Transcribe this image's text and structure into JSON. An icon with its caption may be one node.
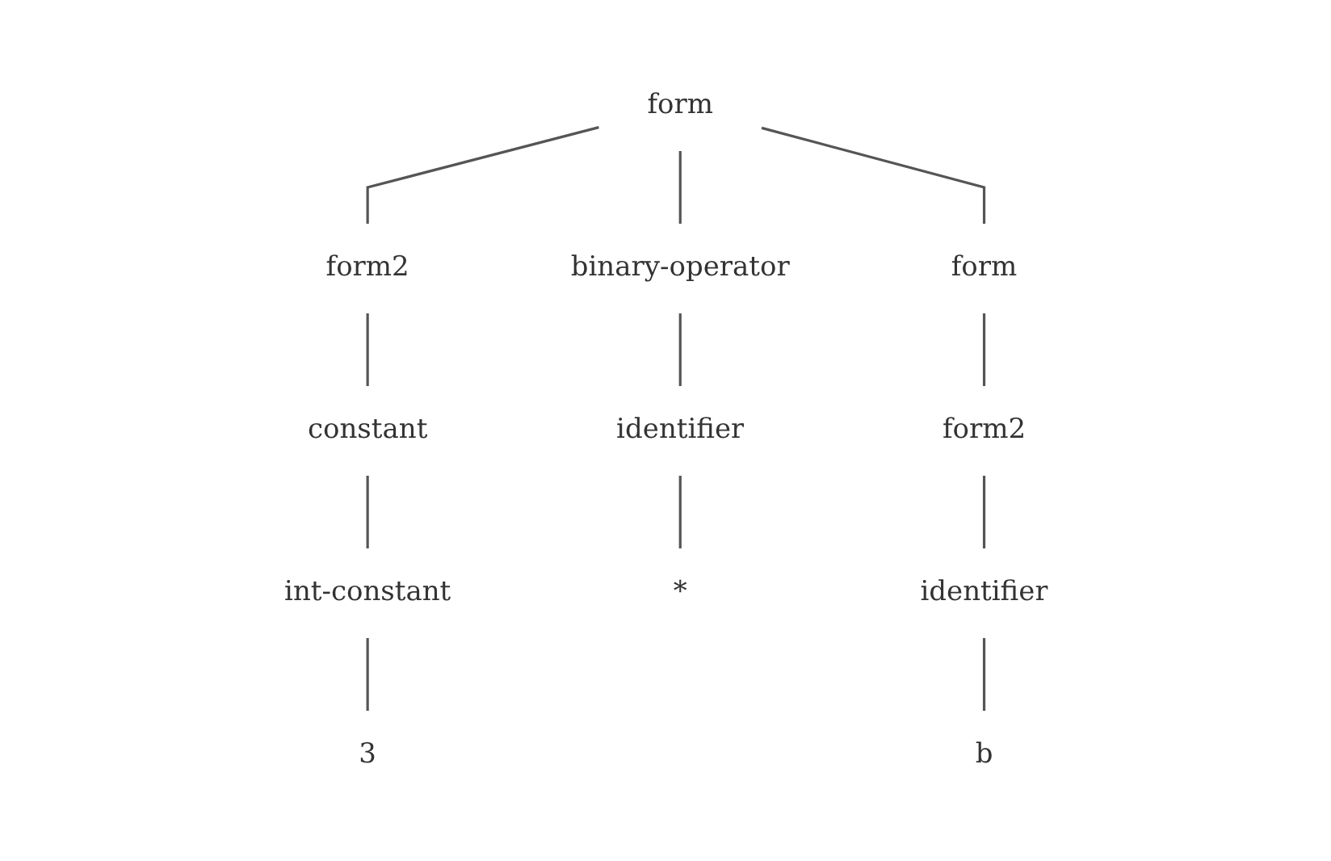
{
  "diagram": {
    "nodes": [
      {
        "text": [
          "form"
        ]
      },
      {
        "text": [
          "form2"
        ]
      },
      {
        "text": [
          "binary-operator"
        ]
      },
      {
        "text": [
          "form"
        ]
      },
      {
        "text": [
          "constant"
        ]
      },
      {
        "text": [
          "identifier"
        ]
      },
      {
        "text": [
          "form2"
        ]
      },
      {
        "text": [
          "int-constant"
        ]
      },
      {
        "text": [
          "*"
        ]
      },
      {
        "text": [
          "identifier"
        ]
      },
      {
        "text": [
          "3"
        ]
      },
      {
        "text": [
          "b"
        ]
      }
    ],
    "edges": [
      {
        "from": 0,
        "to": 1,
        "arrow": "none"
      },
      {
        "from": 0,
        "to": 2,
        "arrow": "none"
      },
      {
        "from": 0,
        "to": 3,
        "arrow": "none"
      },
      {
        "from": 1,
        "to": 4,
        "arrow": "none"
      },
      {
        "from": 2,
        "to": 5,
        "arrow": "none"
      },
      {
        "from": 3,
        "to": 6,
        "arrow": "none"
      },
      {
        "from": 4,
        "to": 7,
        "arrow": "none"
      },
      {
        "from": 5,
        "to": 8,
        "arrow": "none"
      },
      {
        "from": 6,
        "to": 9,
        "arrow": "none"
      },
      {
        "from": 7,
        "to": 10,
        "arrow": "none"
      },
      {
        "from": 9,
        "to": 11,
        "arrow": "none"
      }
    ]
  }
}
